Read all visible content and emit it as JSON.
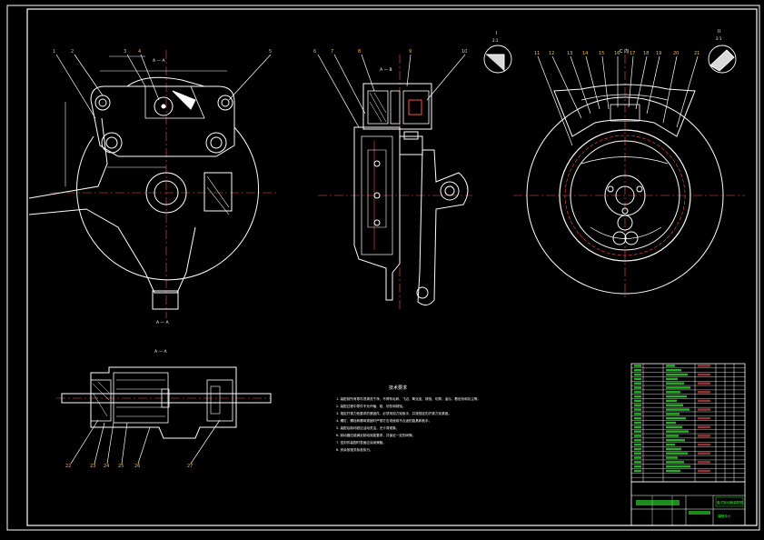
{
  "drawing": {
    "frame_labels": {
      "section_top": "A — A",
      "section_mid": "A — B",
      "section_bottom": "A — A",
      "view_c": "C 向",
      "detail_left": "I",
      "detail_left_scale": "2:1",
      "detail_right": "II",
      "detail_right_scale": "2:1"
    },
    "balloons_left": [
      "1",
      "2",
      "3",
      "4",
      "5"
    ],
    "balloons_mid": [
      "6",
      "7",
      "8",
      "9",
      "10"
    ],
    "balloons_right": [
      "11",
      "12",
      "13",
      "14",
      "15",
      "16",
      "17",
      "18",
      "19",
      "20",
      "21"
    ],
    "balloons_bottom": [
      "22",
      "23",
      "24",
      "25",
      "26",
      "27"
    ],
    "notes": {
      "heading": "技术要求",
      "lines": [
        "1. 装配前所有零件须清洗干净，不得有毛刺、飞边、氧化皮、锈蚀、切屑、油污、着色剂和灰尘等。",
        "2. 装配过程中零件不允许磕、碰、划伤和锈蚀。",
        "3. 规定拧紧力矩要求的紧固件，必须采用力矩扳手，并按规定的拧紧力矩紧固。",
        "4. 螺钉、螺栓和螺母紧固时严禁打击或使用不合适的旋具和扳手。",
        "5. 装配后制动钳应活动灵活，无卡滞现象。",
        "6. 制动器应能满足制动效能要求，并保证一定的间隙。",
        "7. 密封件装配时表面应涂润滑脂。",
        "8. 其余按相关标准执行。"
      ]
    },
    "title_block": {
      "title": "盘式制动器装配图",
      "subtitle": "课程设计"
    }
  }
}
